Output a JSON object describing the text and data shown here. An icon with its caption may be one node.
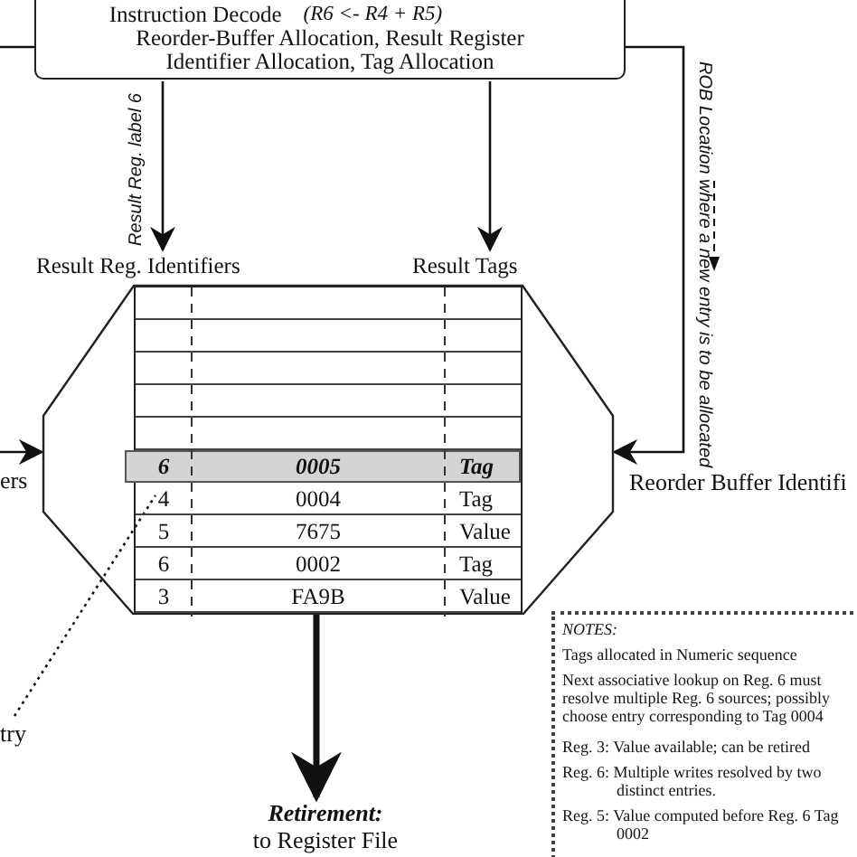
{
  "diagram": {
    "nodes": [
      {
        "text": [
          "Instruction Decode",
          "(R6 <- R4 + R5)",
          "Reorder-Buffer Allocation, Result Register Identifier Allocation, Tag Allocation"
        ]
      },
      {
        "text": [
          "Result Reg. Identifiers",
          "Result Tags"
        ]
      },
      {
        "text": [
          "ers"
        ]
      },
      {
        "text": [
          "try"
        ]
      },
      {
        "text": [
          "Retirement:",
          "to Register File"
        ]
      },
      {
        "text": [
          "NOTES:",
          "Tags allocated in Numeric sequence",
          "Next associative lookup on Reg. 6 must resolve multiple Reg. 6 sources; possibly choose entry corresponding to Tag 0004",
          "Reg. 3: Value available; can be retired",
          "Reg. 6: Multiple writes resolved by two distinct entries.",
          "Reg. 5: Value computed before Reg. 6 Tag 0002"
        ]
      }
    ],
    "edges": [
      {
        "from": 0,
        "to": 1,
        "arrow": "to",
        "label": "Result Reg. label 6"
      },
      {
        "from": 0,
        "to": 1,
        "arrow": "to"
      },
      {
        "from": 0,
        "to": 1,
        "arrow": "to",
        "label": "ROB Location where a new entry is to be allocated"
      },
      {
        "from": 0,
        "to": null,
        "arrow": "none"
      },
      {
        "from": 2,
        "to": 1,
        "arrow": "to"
      },
      {
        "from": 3,
        "to": 1,
        "arrow": "none",
        "style": "dashed"
      },
      {
        "from": 1,
        "to": 4,
        "arrow": "to",
        "style": "thick"
      }
    ],
    "labels": [
      "6",
      "0005",
      "Tag",
      "4",
      "0004",
      "Tag",
      "5",
      "7675",
      "Value",
      "6",
      "0002",
      "Tag",
      "3",
      "FA9B",
      "Value",
      "Reorder Buffer Identifi"
    ]
  }
}
